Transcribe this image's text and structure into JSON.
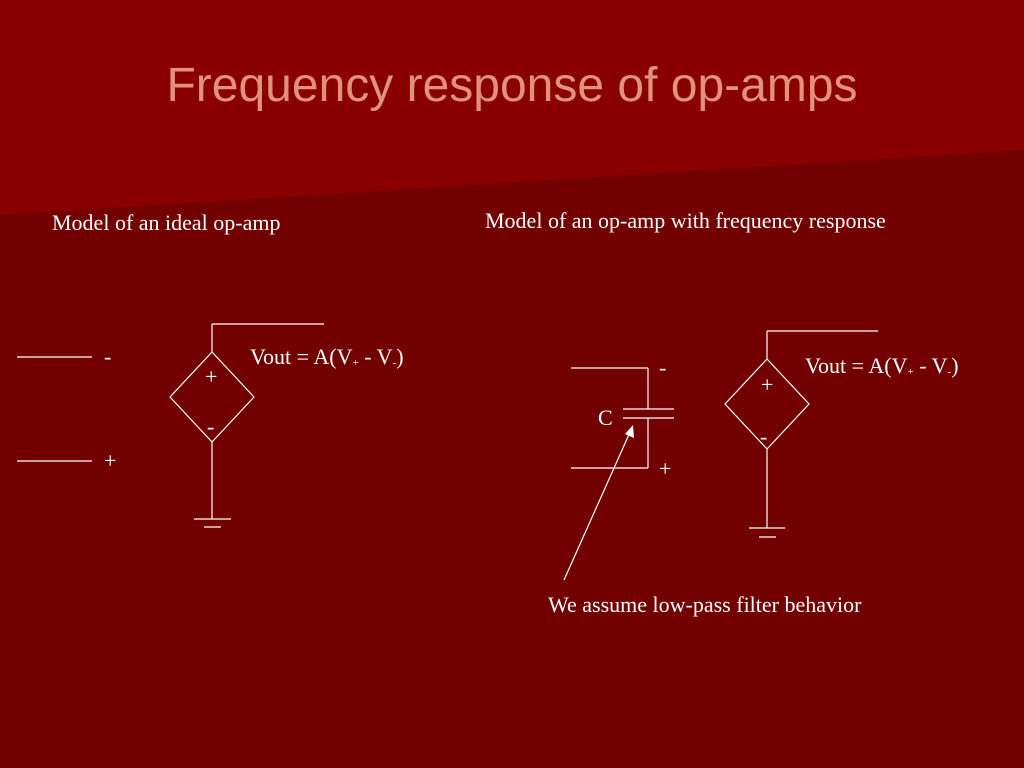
{
  "slide": {
    "title": "Frequency response of op-amps",
    "colors": {
      "background": "#720000",
      "background_light": "#8e0000",
      "title": "#e0937a",
      "lines": "#ffffff"
    }
  },
  "ideal_model": {
    "caption": "Model of an ideal op-amp",
    "input_minus": "-",
    "input_plus": "+",
    "source_plus": "+",
    "source_minus": "-",
    "equation": {
      "prefix": "Vout = A(V",
      "sub_plus": "+",
      "middle": " - V",
      "sub_minus": "-",
      "suffix": ")"
    }
  },
  "freq_model": {
    "caption": "Model of an op-amp with frequency response",
    "input_minus": "-",
    "input_plus": "+",
    "capacitor_label": "C",
    "source_plus": "+",
    "source_minus": "-",
    "equation": {
      "prefix": "Vout = A(V",
      "sub_plus": "+",
      "middle": " - V",
      "sub_minus": "-",
      "suffix": ")"
    },
    "annotation": "We assume low-pass filter behavior"
  }
}
